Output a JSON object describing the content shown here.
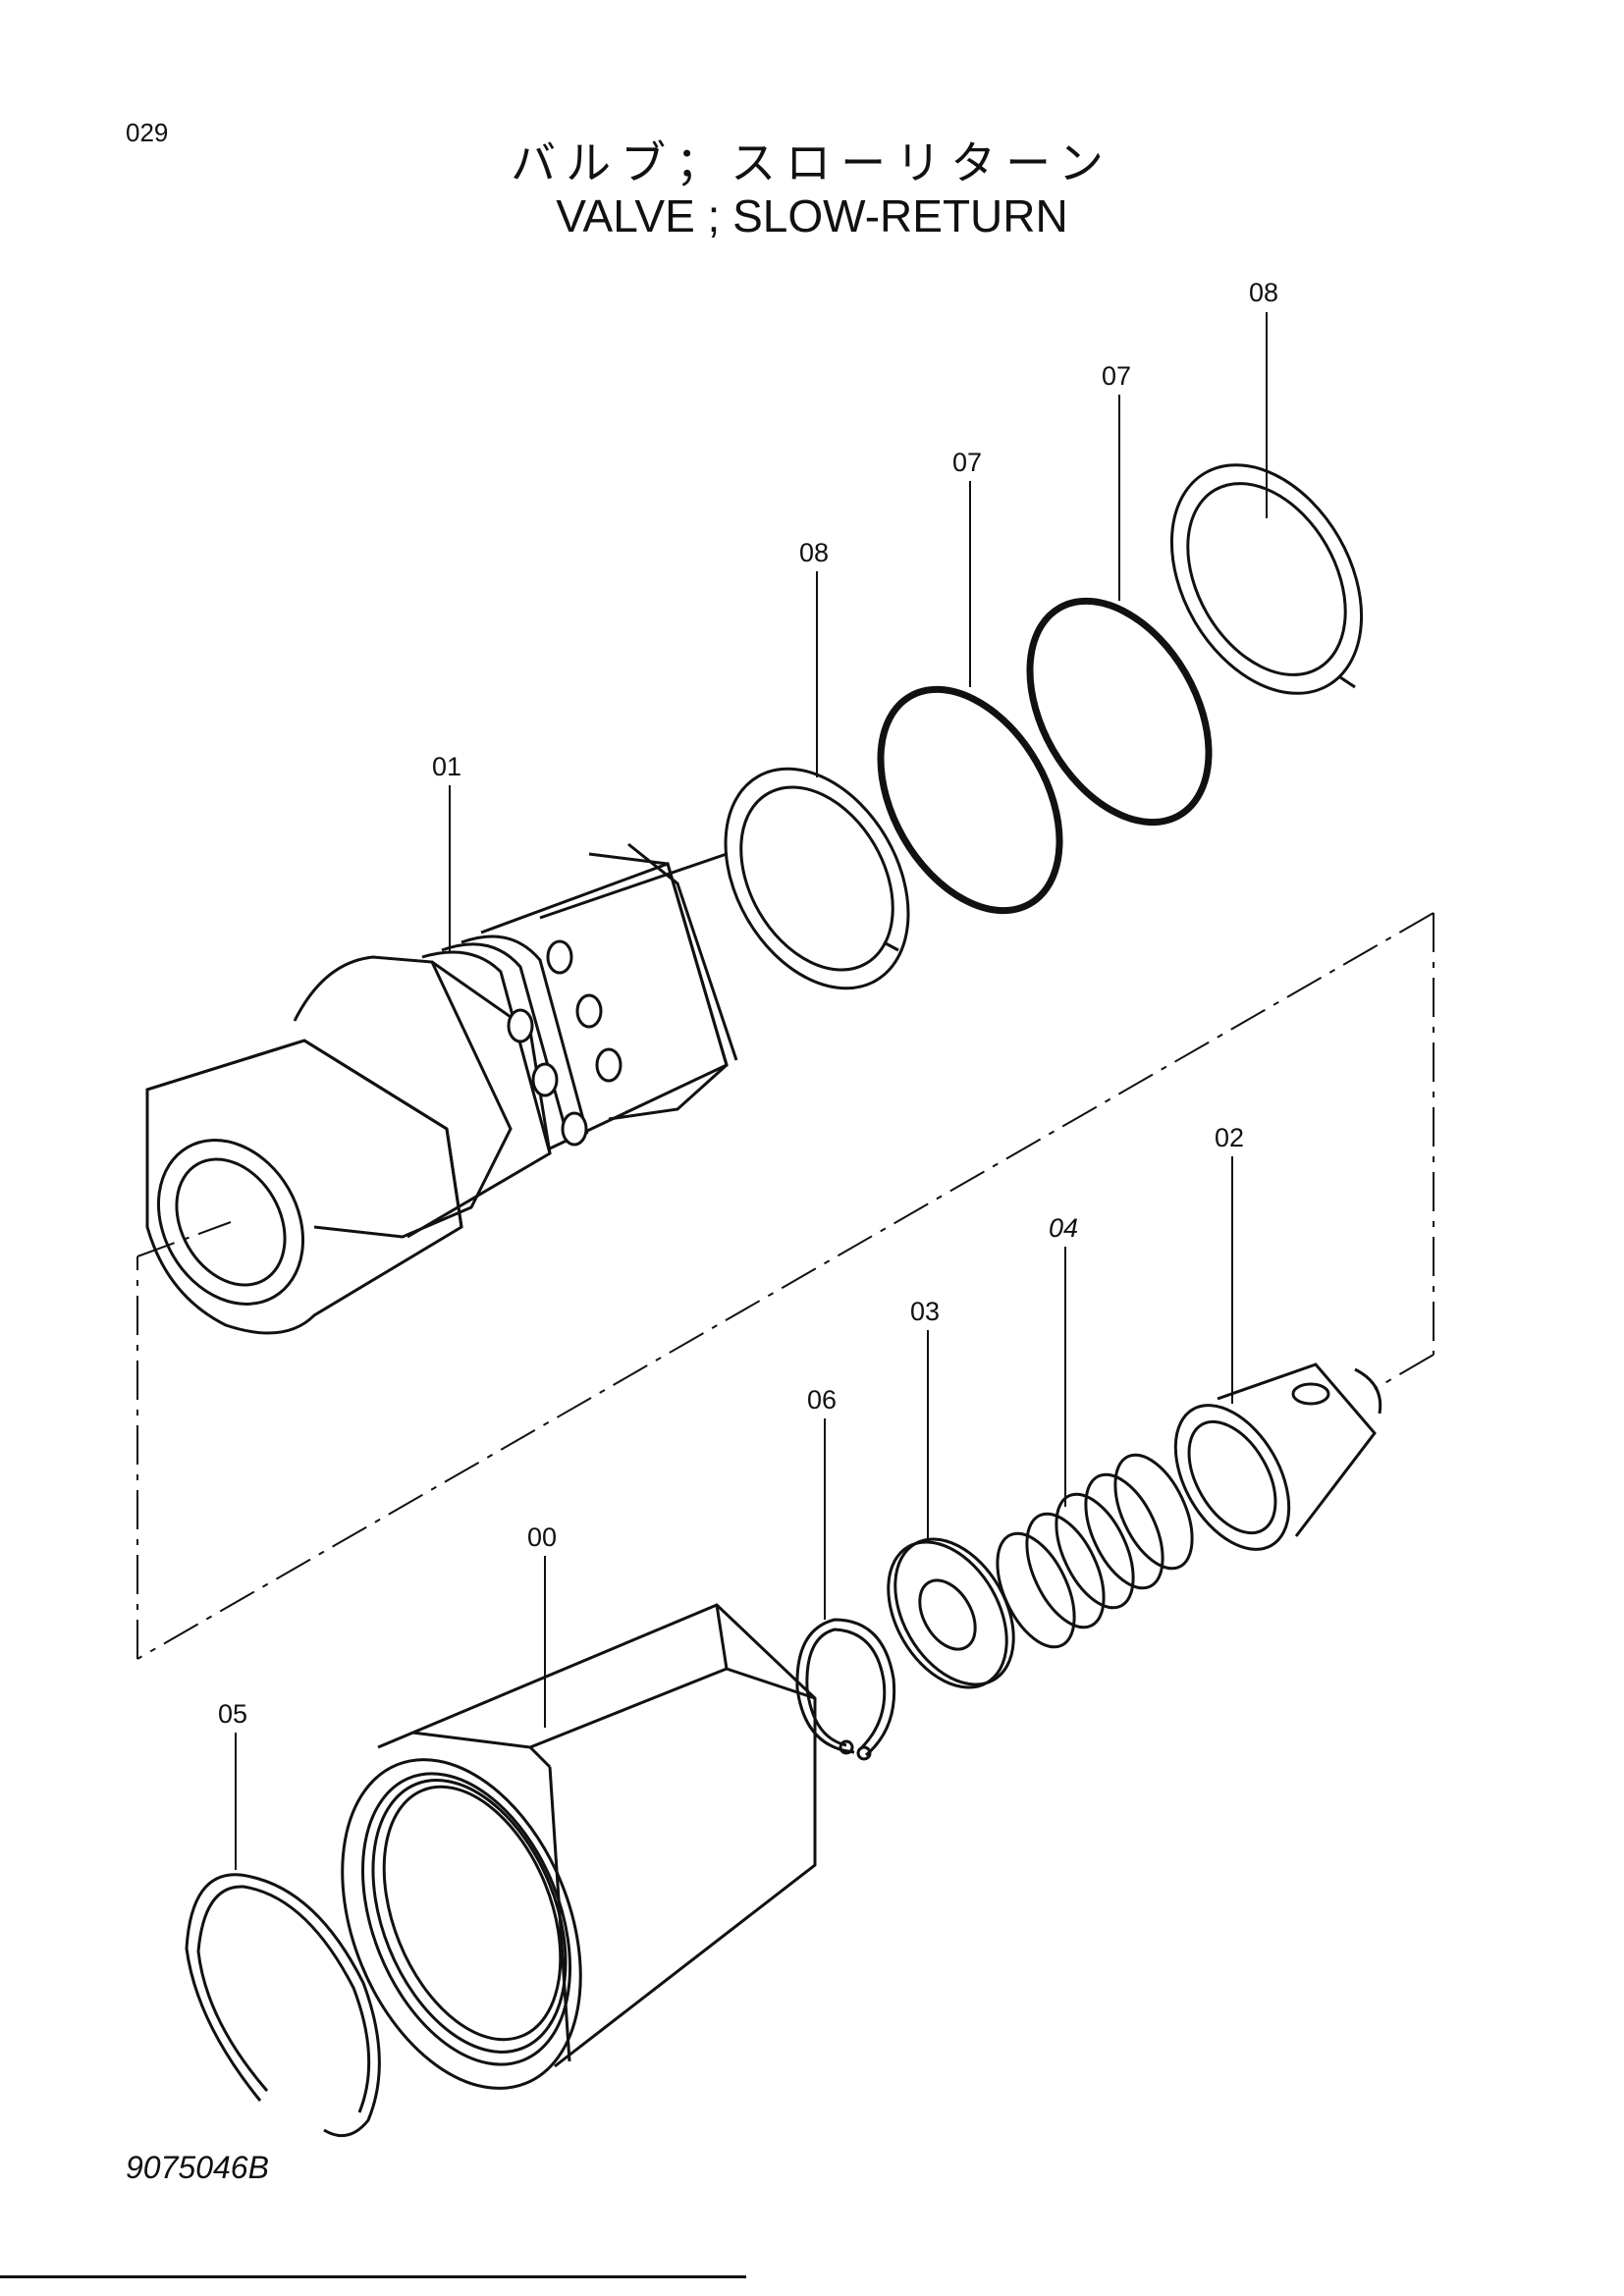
{
  "page_number": "029",
  "title_jp": "バルブ；スローリターン",
  "title_en": "VALVE ; SLOW-RETURN",
  "drawing_code": "9075046B",
  "callouts": {
    "c08_top": "08",
    "c07_right": "07",
    "c07_left": "07",
    "c08_mid": "08",
    "c01": "01",
    "c02": "02",
    "c04": "04",
    "c03": "03",
    "c06": "06",
    "c00": "00",
    "c05": "05"
  }
}
